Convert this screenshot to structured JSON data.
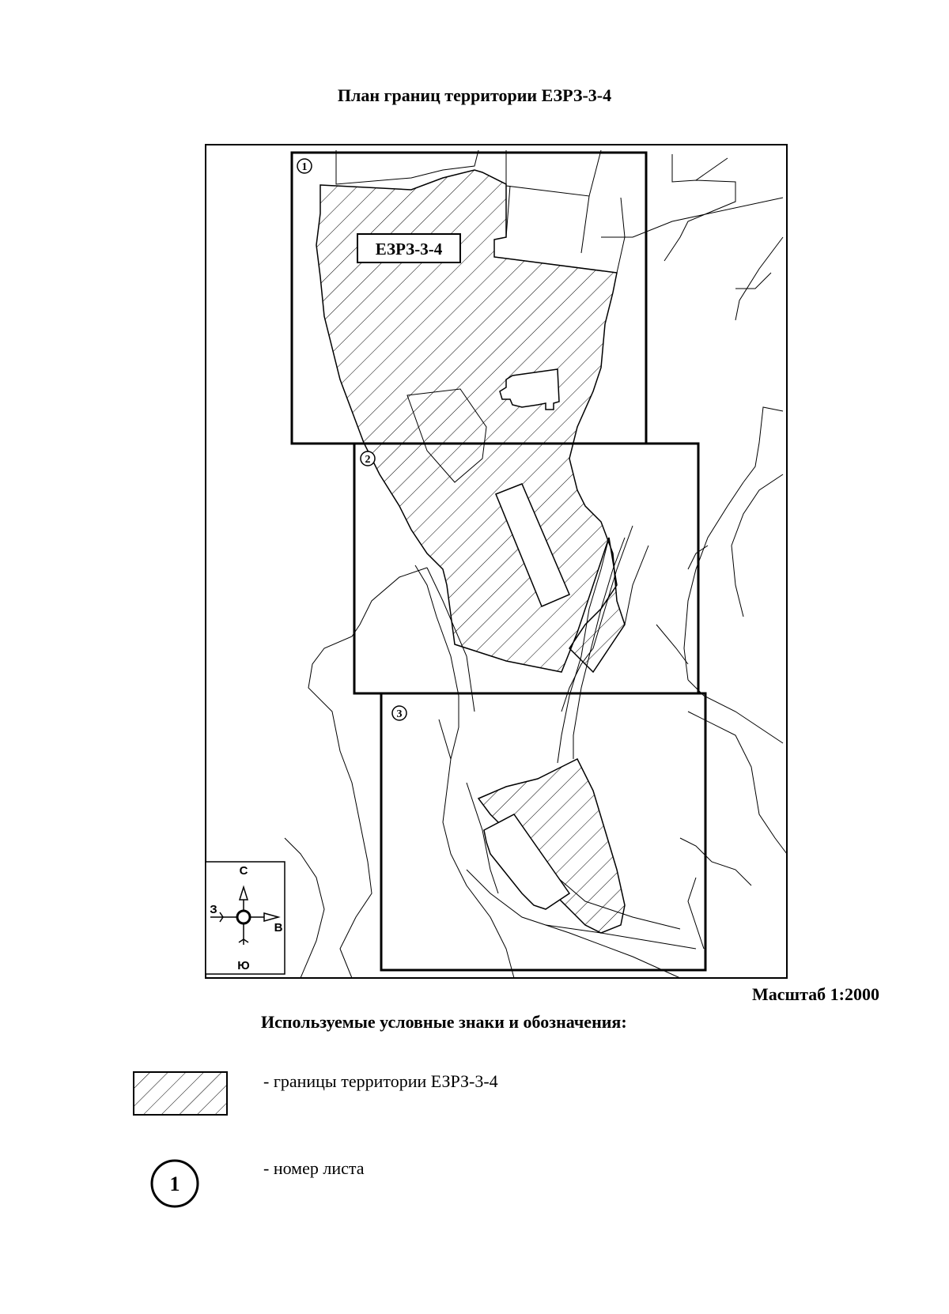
{
  "title": "План границ территории ЕЗРЗ-3-4",
  "map": {
    "zone_label": "ЕЗРЗ-3-4",
    "sheets": [
      "1",
      "2",
      "3"
    ],
    "compass": {
      "north": "С",
      "south": "Ю",
      "west": "З",
      "east": "В"
    }
  },
  "scale": "Масштаб 1:2000",
  "legend": {
    "title": "Используемые условные знаки и обозначения:",
    "items": [
      {
        "symbol": "hatch",
        "label": "- границы территории ЕЗРЗ-3-4"
      },
      {
        "symbol": "circle",
        "value": "1",
        "label": "- номер листа"
      }
    ]
  },
  "colors": {
    "line": "#000000",
    "background": "#ffffff"
  }
}
